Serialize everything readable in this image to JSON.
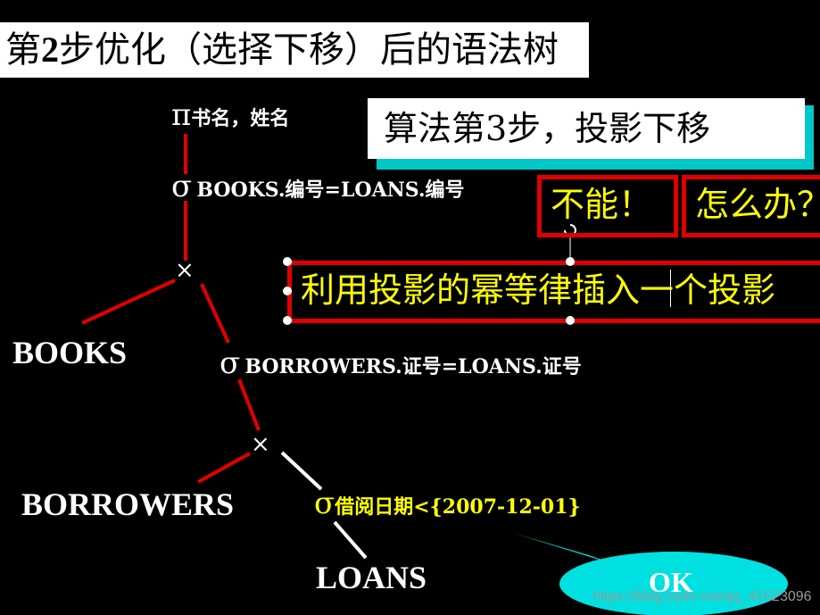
{
  "title": {
    "prefix": "第",
    "step": "2",
    "suffix": "步优化（选择下移）后的语法树"
  },
  "tree": {
    "pi_symbol": "π",
    "pi_attrs": "书名，姓名",
    "sigma_symbol": "σ",
    "join_symbol": "×",
    "sigma1_cond": "BOOKS.编号=LOANS.编号",
    "sigma2_cond": "BORROWERS.证号=LOANS.证号",
    "sigma3_cond": "借阅日期<{2007-12-01}",
    "leaf_books": "BOOKS",
    "leaf_borrowers": "BORROWERS",
    "leaf_loans": "LOANS"
  },
  "callout": {
    "text": "算法第3步，投影下移",
    "color": "#00c8c8"
  },
  "notes": {
    "cannot": "不能！",
    "what_to_do": "怎么办？",
    "insert_projection": "利用投影的幂等律插入一个投影",
    "ok": "OK",
    "highlight_color": "#ffff00",
    "border_color": "#e00000"
  },
  "watermark": "https://blog.csdn.net/qq_41523096"
}
